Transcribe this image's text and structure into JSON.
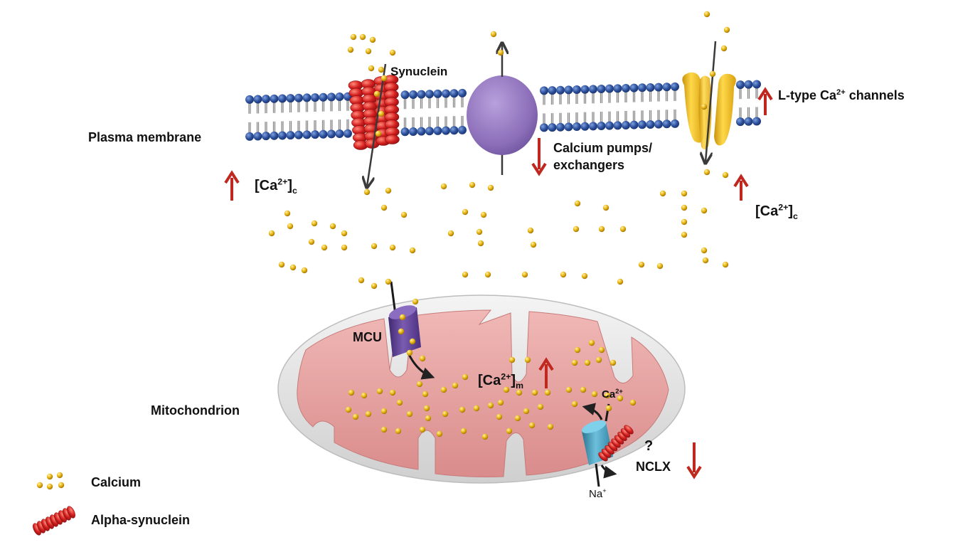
{
  "labels": {
    "plasma_membrane": "Plasma membrane",
    "synuclein": "Synuclein",
    "l_type_prefix": "L-type Ca",
    "l_type_sup": "2+",
    "l_type_suffix": " channels",
    "calcium_pumps": "Calcium pumps/",
    "exchangers": "exchangers",
    "ca_c_left_open": "[Ca",
    "ca_c_left_sup": "2+",
    "ca_c_left_close": "]",
    "ca_c_left_sub": "c",
    "ca_c_right_open": "[Ca",
    "ca_c_right_sup": "2+",
    "ca_c_right_close": "]",
    "ca_c_right_sub": "c",
    "mcu": "MCU",
    "ca_m_open": "[Ca",
    "ca_m_sup": "2+",
    "ca_m_close": "]",
    "ca_m_sub": "m",
    "mitochondrion": "Mitochondrion",
    "ca_ion": "Ca",
    "ca_ion_sup": "2+",
    "na_ion": "Na",
    "na_ion_sup": "+",
    "question_mark": "?",
    "nclx": "NCLX"
  },
  "legend": {
    "calcium": "Calcium",
    "alpha_synuclein": "Alpha-synuclein"
  },
  "colors": {
    "lipid_head": "#2b4f9a",
    "synuclein_red": "#d42020",
    "pump_purple": "#8b6db8",
    "ltype_yellow": "#f2c22a",
    "calcium_gold": "#e9b615",
    "mito_pink": "#e9a4a3",
    "mito_outer": "#e3e3e3",
    "mcu_purple": "#5b3c8c",
    "nclx_teal": "#3f97b5",
    "up_down_arrow": "#c0271e"
  }
}
